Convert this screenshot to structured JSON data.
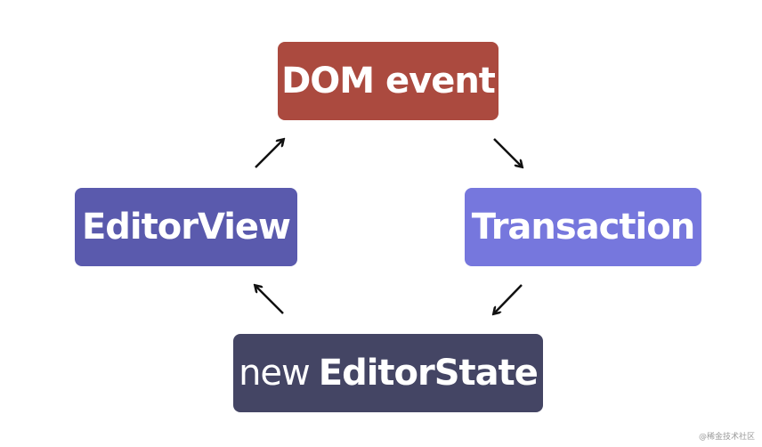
{
  "nodes": {
    "dom_event": {
      "label": "DOM event",
      "color": "#ab4a3f"
    },
    "transaction": {
      "label": "Transaction",
      "color": "#7677dd"
    },
    "editor_state": {
      "prefix": "new",
      "label": "EditorState",
      "color": "#444564"
    },
    "editor_view": {
      "label": "EditorView",
      "color": "#5a5aad"
    }
  },
  "arrow_color": "#111111",
  "watermark": "@稀金技术社区"
}
